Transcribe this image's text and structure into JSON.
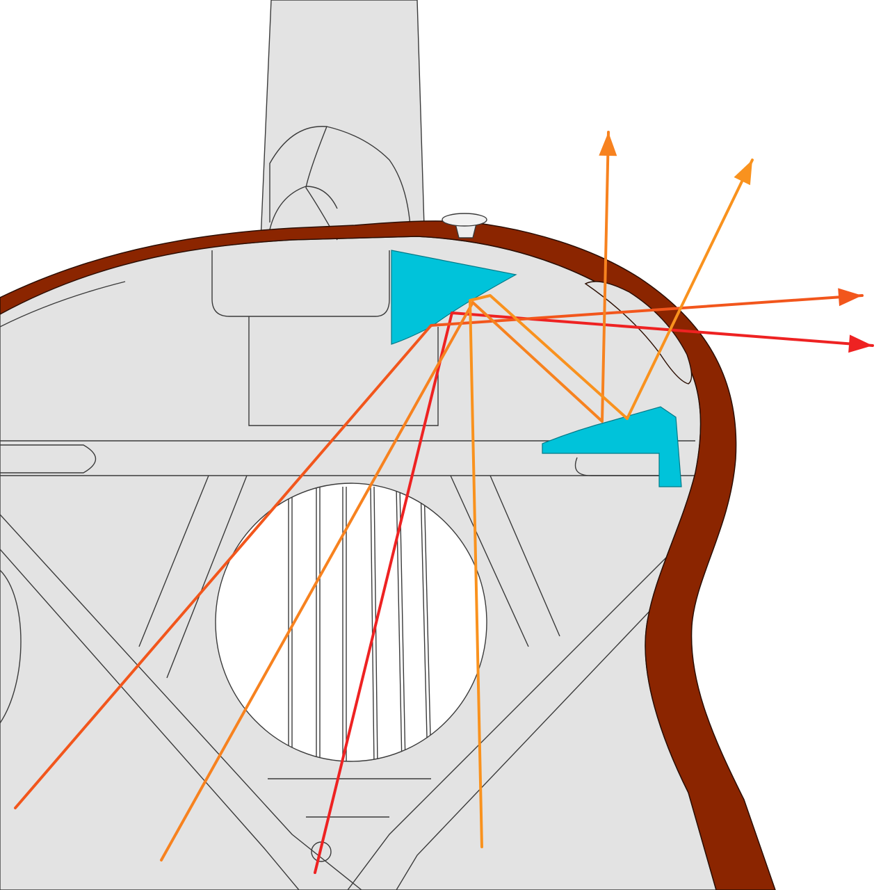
{
  "diagram": {
    "subject": "guitar-body-cutaway-sound-reflection",
    "colors": {
      "background": "#ffffff",
      "body_fill": "#e3e3e3",
      "outline": "#3a3a3a",
      "rim": "#8b2500",
      "reflector": "#00c3da",
      "ray_red": "#ee2222",
      "ray_orange_red": "#f2561c",
      "ray_orange": "#f7821f",
      "ray_amber": "#f9921e"
    },
    "icons": {
      "arrowhead": "triangle-arrowhead",
      "strap_button": "strap-button-icon"
    },
    "rays": [
      {
        "id": "ray-red",
        "color_key": "ray_red",
        "arrow": true
      },
      {
        "id": "ray-orange-red",
        "color_key": "ray_orange_red",
        "arrow": true
      },
      {
        "id": "ray-orange",
        "color_key": "ray_orange",
        "arrow": true
      },
      {
        "id": "ray-amber",
        "color_key": "ray_amber",
        "arrow": true
      }
    ]
  }
}
